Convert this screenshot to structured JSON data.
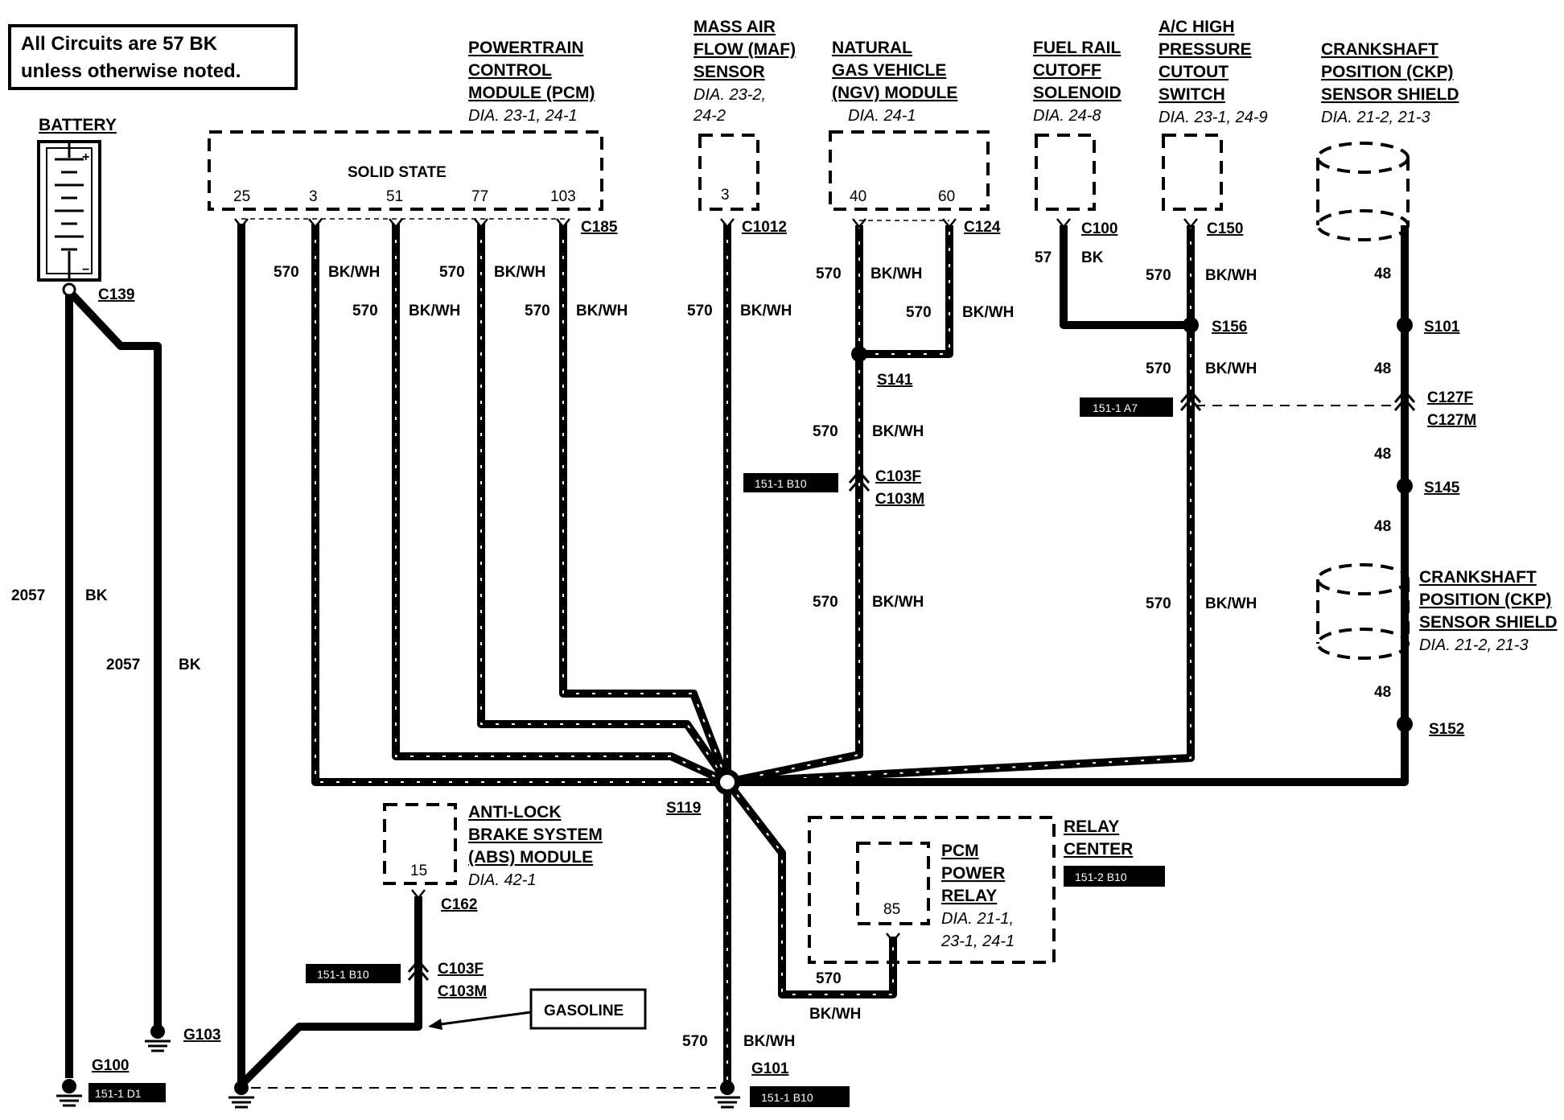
{
  "note": {
    "line1": "All Circuits are 57 BK",
    "line2": "unless otherwise noted."
  },
  "battery": {
    "label": "BATTERY",
    "plus": "+",
    "minus": "−"
  },
  "pcm": {
    "l1": "POWERTRAIN",
    "l2": "CONTROL",
    "l3": "MODULE (PCM)",
    "dia": "DIA. 23-1, 24-1",
    "solid": "SOLID STATE",
    "pins": [
      "25",
      "3",
      "51",
      "77",
      "103"
    ],
    "conn": "C185"
  },
  "maf": {
    "l1": "MASS AIR",
    "l2": "FLOW (MAF)",
    "l3": "SENSOR",
    "dia1": "DIA. 23-2,",
    "dia2": "24-2",
    "pin": "3",
    "conn": "C1012"
  },
  "ngv": {
    "l1": "NATURAL",
    "l2": "GAS VEHICLE",
    "l3": "(NGV) MODULE",
    "dia": "DIA. 24-1",
    "pins": [
      "40",
      "60"
    ],
    "conn": "C124"
  },
  "fuelrail": {
    "l1": "FUEL RAIL",
    "l2": "CUTOFF",
    "l3": "SOLENOID",
    "dia": "DIA. 24-8",
    "conn": "C100"
  },
  "ac": {
    "l1": "A/C HIGH",
    "l2": "PRESSURE",
    "l3": "CUTOUT",
    "l4": "SWITCH",
    "dia": "DIA. 23-1, 24-9",
    "conn": "C150"
  },
  "ckp": {
    "l1": "CRANKSHAFT",
    "l2": "POSITION (CKP)",
    "l3": "SENSOR SHIELD",
    "dia": "DIA. 21-2, 21-3"
  },
  "abs": {
    "l1": "ANTI-LOCK",
    "l2": "BRAKE SYSTEM",
    "l3": "(ABS) MODULE",
    "dia": "DIA. 42-1",
    "pin": "15",
    "conn": "C162"
  },
  "relay": {
    "center1": "RELAY",
    "center2": "CENTER",
    "ref": "151-2 B10",
    "l1": "PCM",
    "l2": "POWER",
    "l3": "RELAY",
    "dia1": "DIA. 21-1,",
    "dia2": "23-1, 24-1",
    "pin": "85"
  },
  "gasoline": "GASOLINE",
  "circuits": {
    "c570": "570",
    "bkwh": "BK/WH",
    "c2057": "2057",
    "bk": "BK",
    "c57": "57",
    "c48": "48"
  },
  "splices": {
    "s119": "S119",
    "s141": "S141",
    "s156": "S156",
    "s101": "S101",
    "s145": "S145",
    "s152": "S152"
  },
  "connectors": {
    "c139": "C139",
    "c103f": "C103F",
    "c103m": "C103M",
    "c127f": "C127F",
    "c127m": "C127M"
  },
  "grounds": {
    "g100": "G100",
    "g101": "G101",
    "g103": "G103"
  },
  "refs": {
    "r_a7": "151-1 A7",
    "r_b10": "151-1 B10",
    "r_d1": "151-1 D1"
  }
}
